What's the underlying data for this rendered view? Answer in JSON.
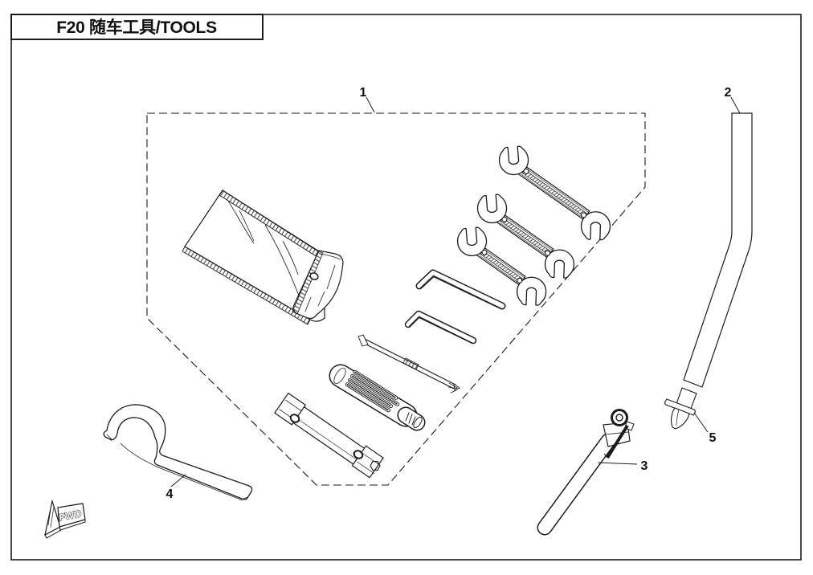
{
  "page": {
    "background": "#ffffff",
    "ink": "#1b1b1b"
  },
  "title_box": {
    "title": "F20 随车工具/TOOLS"
  },
  "callouts": [
    {
      "label": "1"
    },
    {
      "label": "2"
    },
    {
      "label": "3"
    },
    {
      "label": "4"
    },
    {
      "label": "5"
    }
  ],
  "orientation_marker": {
    "label": "FWD"
  }
}
